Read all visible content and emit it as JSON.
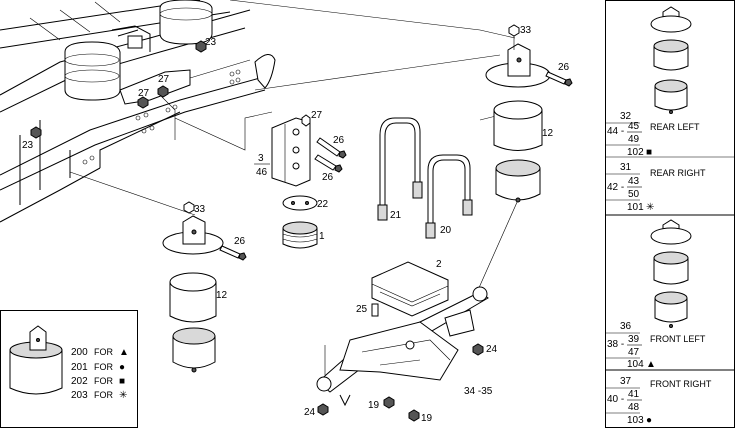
{
  "callouts": {
    "n23a": "23",
    "n23b": "23",
    "n27a": "27",
    "n27b": "27",
    "n27c": "27",
    "n3": "3",
    "n46": "46",
    "n26a": "26",
    "n26b": "26",
    "n26c": "26",
    "n26d": "26",
    "n33a": "33",
    "n33b": "33",
    "n12a": "12",
    "n12b": "12",
    "n21": "21",
    "n20": "20",
    "n22": "22",
    "n1": "1",
    "n2": "2",
    "n25": "25",
    "n24a": "24",
    "n24b": "24",
    "n19a": "19",
    "n19b": "19",
    "n34_35": "34 -35"
  },
  "legend": {
    "items": [
      {
        "code": "200",
        "for": "FOR",
        "symbol": "▲"
      },
      {
        "code": "201",
        "for": "FOR",
        "symbol": "●"
      },
      {
        "code": "202",
        "for": "FOR",
        "symbol": "■"
      },
      {
        "code": "203",
        "for": "FOR",
        "symbol": "✳"
      }
    ]
  },
  "panels": [
    {
      "title": "REAR LEFT",
      "top": "32",
      "prefix": "44 -",
      "frac_top": "45",
      "frac_bottom": "49",
      "bottom": "102",
      "symbol": "■"
    },
    {
      "title": "REAR RIGHT",
      "top": "31",
      "prefix": "42 -",
      "frac_top": "43",
      "frac_bottom": "50",
      "bottom": "101",
      "symbol": "✳"
    },
    {
      "title": "FRONT LEFT",
      "top": "36",
      "prefix": "38 -",
      "frac_top": "39",
      "frac_bottom": "47",
      "bottom": "104",
      "symbol": "▲"
    },
    {
      "title": "FRONT RIGHT",
      "top": "37",
      "prefix": "40 -",
      "frac_top": "41",
      "frac_bottom": "48",
      "bottom": "103",
      "symbol": "●"
    }
  ]
}
